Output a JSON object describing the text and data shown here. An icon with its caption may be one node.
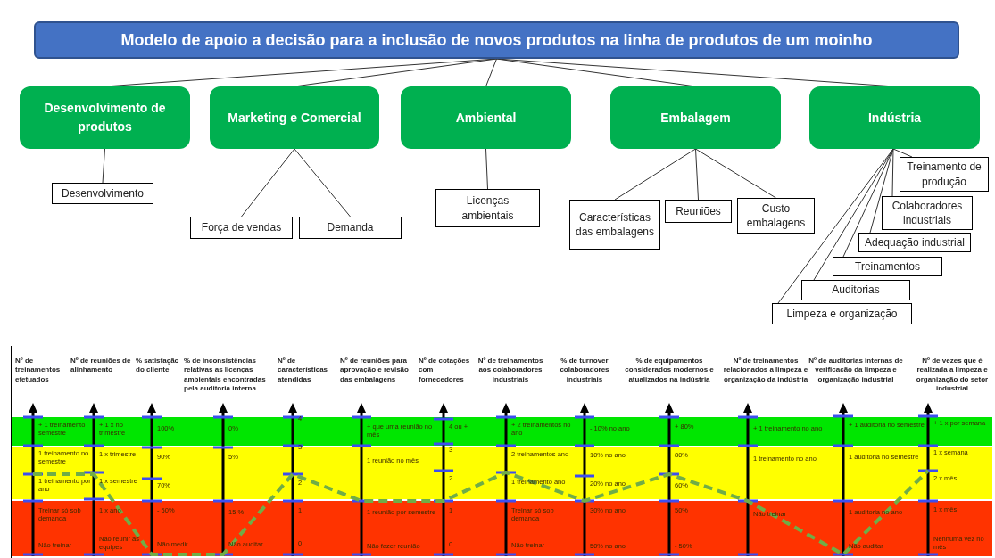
{
  "diagram": {
    "nodes": [
      {
        "text": [
          "Modelo de apoio a decisão para a inclusão de novos produtos na linha de produtos de um moinho"
        ]
      },
      {
        "text": [
          "Desenvolvimento de produtos"
        ]
      },
      {
        "text": [
          "Marketing e Comercial"
        ]
      },
      {
        "text": [
          "Ambiental"
        ]
      },
      {
        "text": [
          "Embalagem"
        ]
      },
      {
        "text": [
          "Indústria"
        ]
      },
      {
        "text": [
          "Desenvolvimento"
        ]
      },
      {
        "text": [
          "Força de vendas"
        ]
      },
      {
        "text": [
          "Demanda"
        ]
      },
      {
        "text": [
          "Licenças ambientais"
        ]
      },
      {
        "text": [
          "Características das embalagens"
        ]
      },
      {
        "text": [
          "Reuniões"
        ]
      },
      {
        "text": [
          "Custo embalagens"
        ]
      },
      {
        "text": [
          "Treinamento de produção"
        ]
      },
      {
        "text": [
          "Colaboradores industriais"
        ]
      },
      {
        "text": [
          "Adequação industrial"
        ]
      },
      {
        "text": [
          "Treinamentos"
        ]
      },
      {
        "text": [
          "Auditorias"
        ]
      },
      {
        "text": [
          "Limpeza e organização"
        ]
      }
    ],
    "edges": [
      {
        "from": 0,
        "to": 1,
        "arrow": "none"
      },
      {
        "from": 0,
        "to": 2,
        "arrow": "none"
      },
      {
        "from": 0,
        "to": 3,
        "arrow": "none"
      },
      {
        "from": 0,
        "to": 4,
        "arrow": "none"
      },
      {
        "from": 0,
        "to": 5,
        "arrow": "none"
      },
      {
        "from": 1,
        "to": 6,
        "arrow": "none"
      },
      {
        "from": 2,
        "to": 7,
        "arrow": "none"
      },
      {
        "from": 2,
        "to": 8,
        "arrow": "none"
      },
      {
        "from": 3,
        "to": 9,
        "arrow": "none"
      },
      {
        "from": 4,
        "to": 10,
        "arrow": "none"
      },
      {
        "from": 4,
        "to": 11,
        "arrow": "none"
      },
      {
        "from": 4,
        "to": 12,
        "arrow": "none"
      },
      {
        "from": 5,
        "to": 13,
        "arrow": "none"
      },
      {
        "from": 5,
        "to": 14,
        "arrow": "none"
      },
      {
        "from": 5,
        "to": 15,
        "arrow": "none"
      },
      {
        "from": 5,
        "to": 16,
        "arrow": "none"
      },
      {
        "from": 5,
        "to": 17,
        "arrow": "none"
      },
      {
        "from": 5,
        "to": 18,
        "arrow": "none"
      }
    ],
    "labels": [
      "Nº de treinamentos efetuados",
      "+ 1 treinamento semestre",
      "1 treinamento no semestre",
      "1 treinamento por ano",
      "Treinar só sob demanda",
      "Não treinar",
      "Nº de reuniões de alinhamento",
      "+ 1 x no trimestre",
      "1 x trimestre",
      "1 x semestre",
      "1 x ano",
      "Não reunir as equipes",
      "% satisfação do cliente",
      "100%",
      "90%",
      "70%",
      "- 50%",
      "Não medir",
      "% de inconsistências relativas as licenças ambientais encontradas pela auditoria interna",
      "0%",
      "5%",
      "15 %",
      "Não auditar",
      "Nº de características atendidas",
      "4",
      "3",
      "2",
      "1",
      "0",
      "Nº de reuniões para aprovação e revisão das embalagens",
      "+ que uma reunião no mês",
      "1 reunião no mês",
      "1 reunião por semestre",
      "Não fazer reunião",
      "Nº de cotações com fornecedores",
      "4 ou +",
      "3",
      "2",
      "1",
      "0",
      "Nº de treinamentos aos colaboradores industriais",
      "+ 2 treinamentos no ano",
      "2 treinamentos ano",
      "1 treinamento ano",
      "Treinar só sob demanda",
      "Não treinar",
      "% de turnover colaboradores industriais",
      "- 10% no ano",
      "10% no ano",
      "20% no ano",
      "30% no ano",
      "50% no ano",
      "% de equipamentos considerados modernos e atualizados na indústria",
      "+ 80%",
      "80%",
      "60%",
      "50%",
      "- 50%",
      "Nº de treinamentos relacionados a limpeza e organização da indústria",
      "+ 1 treinamento no ano",
      "1 treinamento no ano",
      "Não treinar",
      "Nº de auditorias internas de verificação da limpeza e organização industrial",
      "+ 1 auditoria no semestre",
      "1 auditoria no semestre",
      "1 auditoria no ano",
      "Não auditar",
      "Nº de vezes que é realizada a limpeza e organização do setor industrial",
      "+ 1 x por semana",
      "1 x semana",
      "2 x mês",
      "1 x mês",
      "Nenhuma vez no mês"
    ]
  }
}
